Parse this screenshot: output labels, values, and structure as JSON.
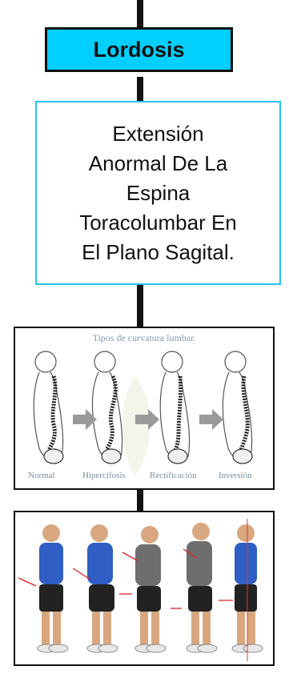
{
  "title": "Lordosis",
  "definition": [
    "Extensión",
    "Anormal De La",
    "Espina",
    "Toracolumbar En",
    "El Plano Sagital."
  ],
  "spine_diagram": {
    "heading": "Tipos de curvatura lumbar.",
    "labels": [
      "Normal",
      "Hipercifosis",
      "Rectificación",
      "Inversión"
    ]
  },
  "colors": {
    "title_fill": "#00cfff",
    "definition_border": "#22c3ee",
    "connector": "#111111"
  }
}
